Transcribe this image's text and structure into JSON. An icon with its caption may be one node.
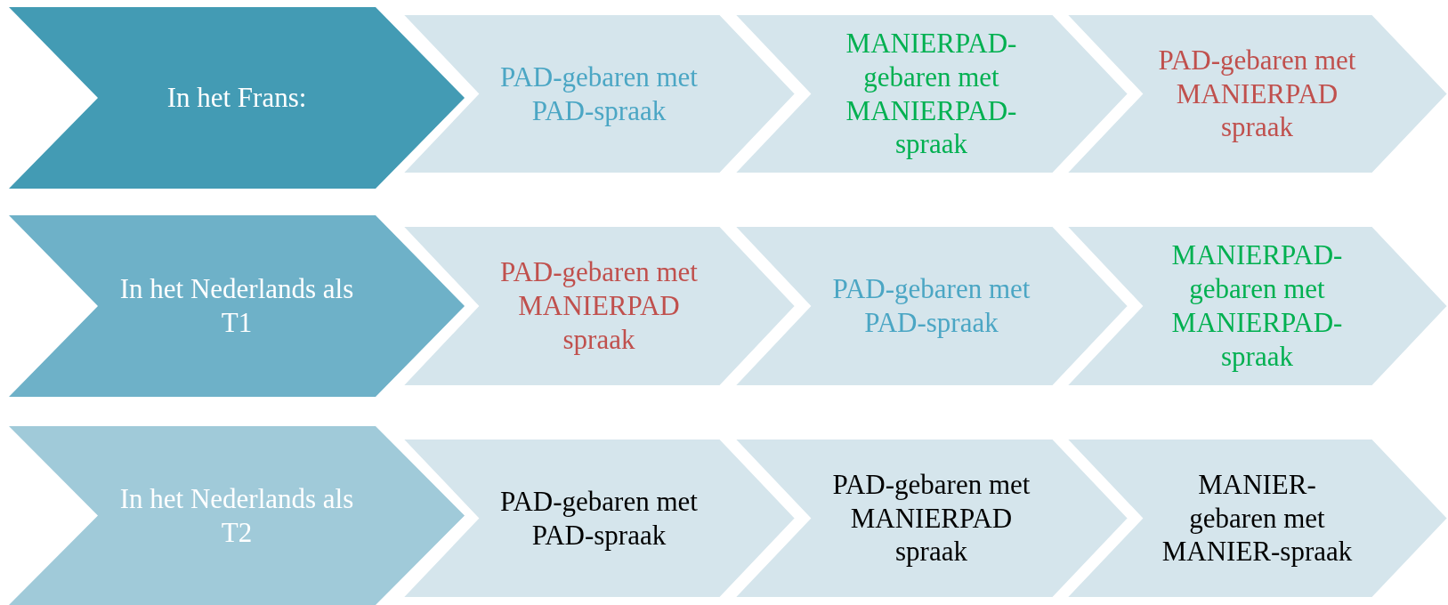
{
  "diagram": {
    "nodes": [
      {
        "text": [
          "In het Frans:"
        ]
      },
      {
        "text": [
          "PAD-gebaren met PAD-spraak"
        ]
      },
      {
        "text": [
          "MANIERPAD-gebaren met MANIERPAD-spraak"
        ]
      },
      {
        "text": [
          "PAD-gebaren met MANIERPAD spraak"
        ]
      },
      {
        "text": [
          "In het Nederlands als T1"
        ]
      },
      {
        "text": [
          "PAD-gebaren met MANIERPAD spraak"
        ]
      },
      {
        "text": [
          "PAD-gebaren met PAD-spraak"
        ]
      },
      {
        "text": [
          "MANIERPAD-gebaren met MANIERPAD-spraak"
        ]
      },
      {
        "text": [
          "In het Nederlands als T2"
        ]
      },
      {
        "text": [
          "PAD-gebaren met PAD-spraak"
        ]
      },
      {
        "text": [
          "PAD-gebaren met MANIERPAD spraak"
        ]
      },
      {
        "text": [
          "MANIER-gebaren met MANIER-spraak"
        ]
      }
    ]
  }
}
